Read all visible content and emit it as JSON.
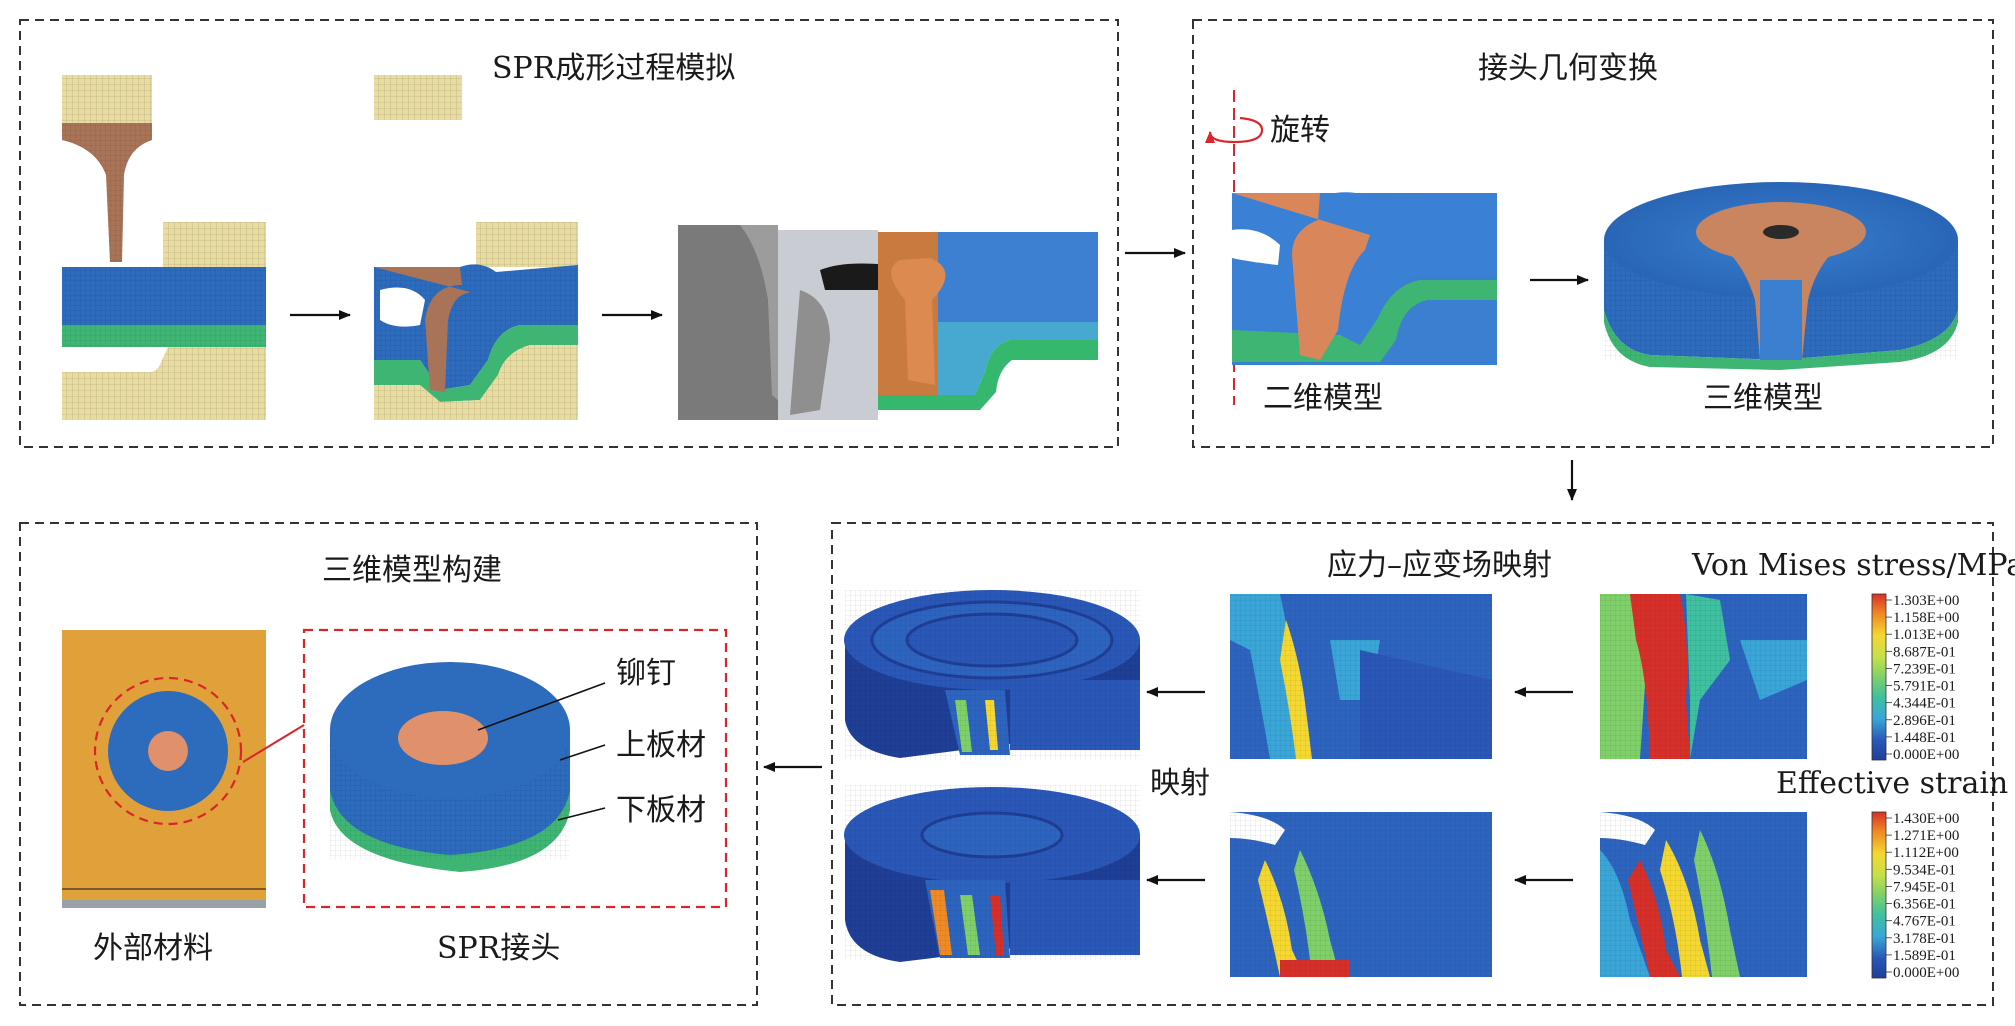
{
  "panels": {
    "spr_forming": {
      "title": "SPR成形过程模拟"
    },
    "geometry_transform": {
      "title": "接头几何变换",
      "rotate_label": "旋转",
      "model_2d_label": "二维模型",
      "model_3d_label": "三维模型"
    },
    "model_build": {
      "title": "三维模型构建",
      "outer_material_label": "外部材料",
      "joint_label": "SPR接头",
      "rivet_label": "铆钉",
      "upper_sheet_label": "上板材",
      "lower_sheet_label": "下板材"
    },
    "mapping": {
      "title": "应力–应变场映射",
      "mapping_label": "映射",
      "stress_legend_title": "Von Mises stress/MPa",
      "strain_legend_title": "Effective strain",
      "stress_ticks": [
        "1.303E+00",
        "1.158E+00",
        "1.013E+00",
        "8.687E-01",
        "7.239E-01",
        "5.791E-01",
        "4.344E-01",
        "2.896E-01",
        "1.448E-01",
        "0.000E+00"
      ],
      "strain_ticks": [
        "1.430E+00",
        "1.271E+00",
        "1.112E+00",
        "9.534E-01",
        "7.945E-01",
        "6.356E-01",
        "4.767E-01",
        "3.178E-01",
        "1.589E-01",
        "0.000E+00"
      ]
    }
  },
  "colors": {
    "upper_sheet": "#2d6bbd",
    "lower_sheet": "#3fb574",
    "rivet": "#c98560",
    "die": "#e9dca0",
    "outer_material": "#e0a03a",
    "accent_red": "#d9262a",
    "colormap": [
      "#d7302a",
      "#f08a24",
      "#f4d730",
      "#c6e04a",
      "#7fd06a",
      "#3fc0a0",
      "#3aa6d8",
      "#3a7ed4",
      "#2a58b8",
      "#1f3f96"
    ]
  }
}
